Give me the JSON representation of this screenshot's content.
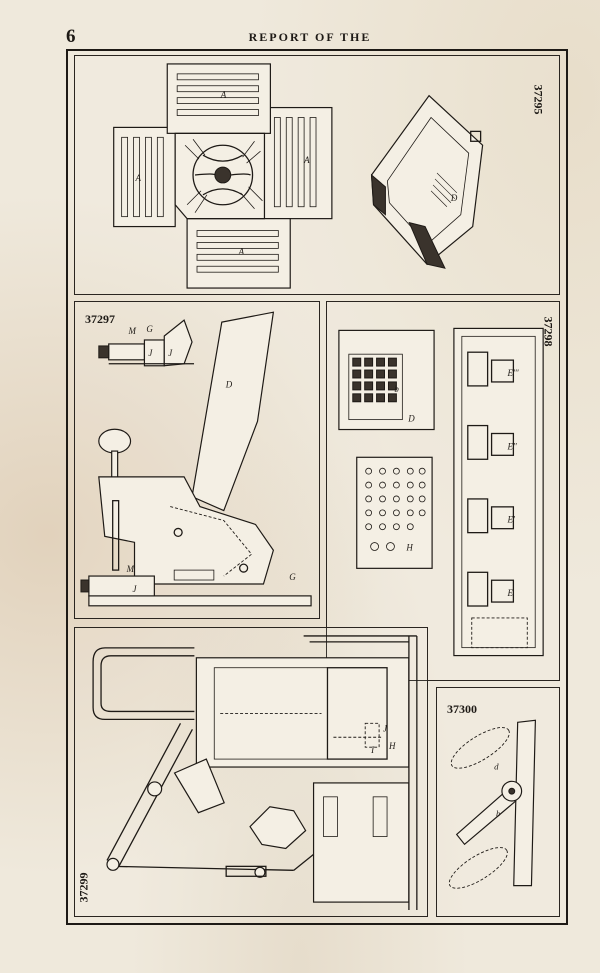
{
  "header": {
    "page_number": "6",
    "running_head": "REPORT OF THE"
  },
  "figures": [
    {
      "id": "fig-37295",
      "patent_number": "37295",
      "labels": {
        "A": "A",
        "D": "D"
      }
    },
    {
      "id": "fig-37297",
      "patent_number": "37297",
      "labels": {
        "M": "M",
        "G": "G",
        "J": "J",
        "D": "D"
      }
    },
    {
      "id": "fig-37298",
      "patent_number": "37298",
      "labels": {
        "E": "E",
        "E1": "E'",
        "E2": "E''",
        "E3": "E'''",
        "D": "D",
        "b": "b",
        "H": "H"
      }
    },
    {
      "id": "fig-37299",
      "patent_number": "37299",
      "labels": {
        "J": "J",
        "H": "H",
        "I": "I"
      }
    },
    {
      "id": "fig-37300",
      "patent_number": "37300",
      "labels": {
        "d": "d",
        "b": "b"
      }
    }
  ]
}
